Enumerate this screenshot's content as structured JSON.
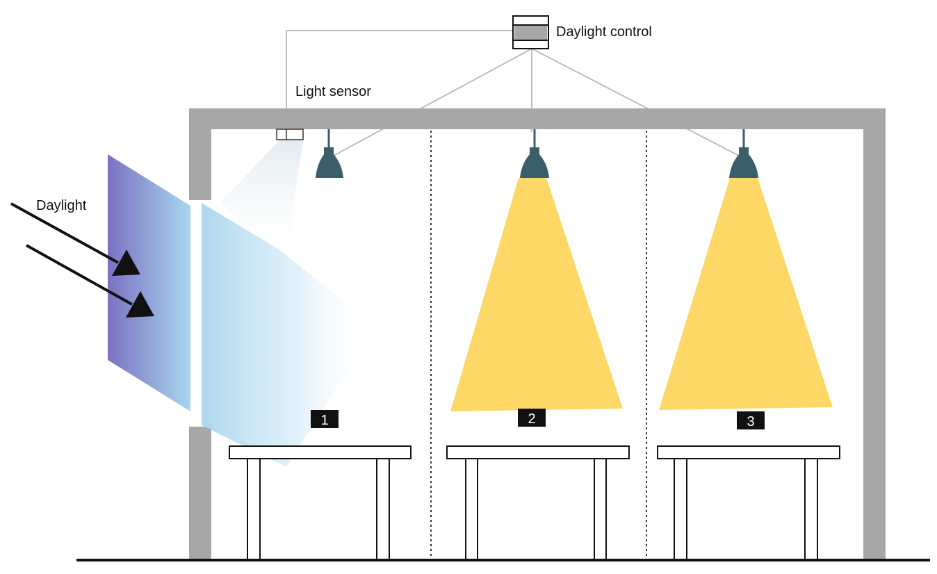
{
  "labels": {
    "daylight_control": "Daylight control",
    "light_sensor": "Light sensor",
    "daylight": "Daylight"
  },
  "zones": [
    {
      "number": "1",
      "luminaire_on": false
    },
    {
      "number": "2",
      "luminaire_on": true
    },
    {
      "number": "3",
      "luminaire_on": true
    }
  ],
  "colors": {
    "structure": "#a7a7a7",
    "luminaire": "#3a5f6b",
    "light_cone": "#fdd867",
    "window_glass_dark": "#7a72c2",
    "window_glass_light": "#a8d6ee",
    "arrow": "#111111",
    "zone_badge": "#111111",
    "wiring": "#bdbdbd"
  }
}
